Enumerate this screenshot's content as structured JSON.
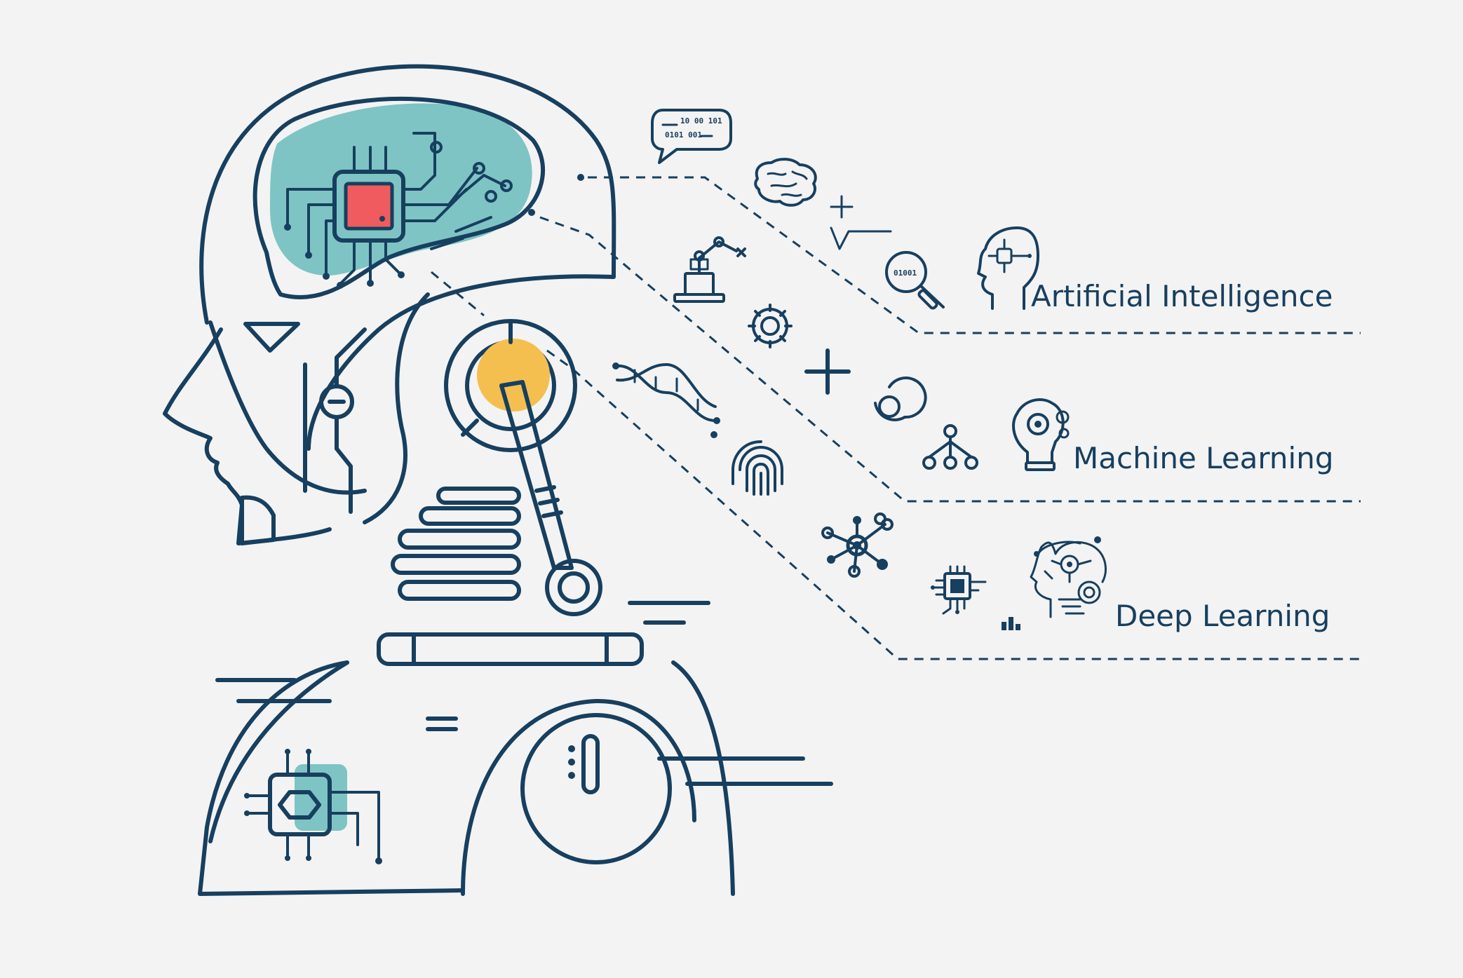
{
  "labels": {
    "ai": "Artificial Intelligence",
    "ml": "Machine Learning",
    "dl": "Deep Learning"
  },
  "binary": {
    "line1": "10 00 101",
    "line2": "0101 001"
  },
  "colors": {
    "stroke": "#173f5f",
    "background": "#f3f3f3",
    "teal": "#7ec4c4",
    "chip_red": "#ef5b5e",
    "joint_yellow": "#f4bf4f"
  },
  "icons": [
    "binary-speech-bubble-icon",
    "brain-icon",
    "math-symbols-icon",
    "binary-search-icon",
    "ai-head-icon",
    "robot-arm-icon",
    "gear-icon",
    "plus-icon",
    "target-circle-icon",
    "hierarchy-icon",
    "lightbulb-gears-icon",
    "dna-icon",
    "fingerprint-icon",
    "network-icon",
    "cpu-chip-icon",
    "bar-chart-icon",
    "deep-learning-head-icon"
  ]
}
